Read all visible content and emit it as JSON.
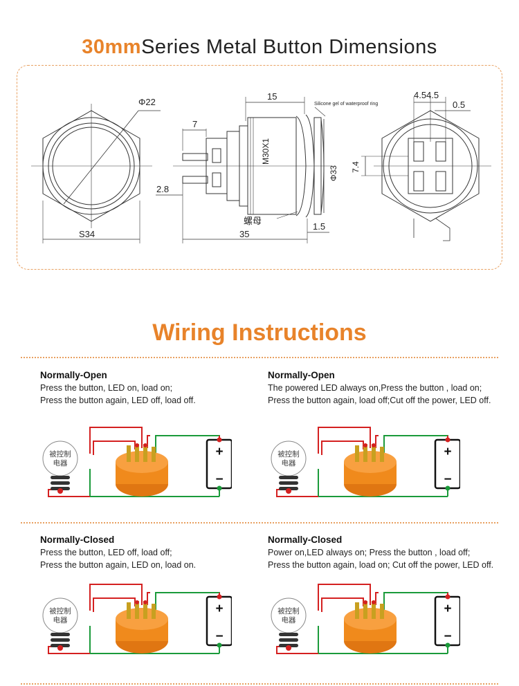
{
  "dimensions": {
    "title_accent": "30mm",
    "title_rest": "Series Metal Button Dimensions",
    "labels": {
      "phi22": "Φ22",
      "s34": "S34",
      "d7": "7",
      "d15": "15",
      "silicone": "Silicone gel of waterproof ring",
      "m30": "M30X1",
      "phi33": "Φ33",
      "d28": "2.8",
      "nut": "螺母",
      "d15b": "1.5",
      "d35": "35",
      "d454": "4.54.5",
      "d05": "0.5",
      "d74": "7.4"
    }
  },
  "wiring": {
    "title": "Wiring Instructions",
    "load_label_line1": "被控制",
    "load_label_line2": "电器",
    "battery_plus": "+",
    "battery_minus": "−",
    "modes": [
      {
        "title": "Normally-Open",
        "line1": "Press the button, LED on, load on;",
        "line2": "Press the button again, LED off, load off."
      },
      {
        "title": "Normally-Open",
        "line1": "The powered LED always on,Press the button , load on;",
        "line2": "Press the button again, load  off;Cut off the power, LED off."
      },
      {
        "title": "Normally-Closed",
        "line1": "Press the button, LED off, load off;",
        "line2": "Press the button again, LED on, load on."
      },
      {
        "title": "Normally-Closed",
        "line1": "Power on,LED always on; Press the button , load off;",
        "line2": "Press the button again,  load on; Cut off the power, LED off."
      }
    ]
  },
  "colors": {
    "accent": "#e8832a",
    "wire_red": "#d42020",
    "wire_green": "#1a9a3a",
    "switch_orange": "#f08a1c"
  }
}
